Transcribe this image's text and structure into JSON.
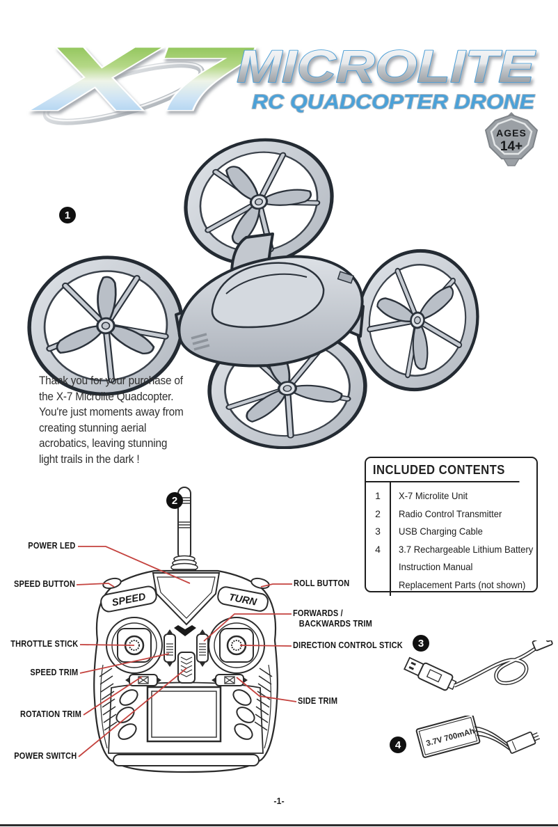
{
  "logo": {
    "mark": "X7",
    "title": "MICROLITE",
    "subtitle": "RC QUADCOPTER DRONE"
  },
  "badge": {
    "top": "AGES",
    "bottom": "14+"
  },
  "markers": {
    "item1": "1",
    "item2": "2",
    "item3": "3",
    "item4": "4"
  },
  "intro": {
    "lines": [
      "Thank you for your purchase of",
      "the X-7 Microlite Quadcopter.",
      "You're just moments away from",
      "creating stunning aerial",
      "acrobatics, leaving stunning",
      "light trails in the dark !"
    ]
  },
  "contents_table": {
    "title": "INCLUDED CONTENTS",
    "rows": [
      {
        "num": "1",
        "text": "X-7 Microlite Unit"
      },
      {
        "num": "2",
        "text": "Radio Control Transmitter"
      },
      {
        "num": "3",
        "text": "USB Charging Cable"
      },
      {
        "num": "4",
        "text": "3.7 Rechargeable Lithium Battery"
      },
      {
        "num": "",
        "text": "Instruction Manual"
      },
      {
        "num": "",
        "text": "Replacement Parts (not shown)"
      }
    ]
  },
  "transmitter": {
    "speed_plate": "SPEED",
    "turn_plate": "TURN",
    "power_switch_label": "POWER",
    "callouts": {
      "power_led": "POWER LED",
      "speed_button": "SPEED BUTTON",
      "throttle_stick": "THROTTLE STICK",
      "speed_trim": "SPEED TRIM",
      "rotation_trim": "ROTATION TRIM",
      "power_switch": "POWER SWITCH",
      "roll_button": "ROLL BUTTON",
      "fwd_trim_line1": "FORWARDS /",
      "fwd_trim_line2": "BACKWARDS TRIM",
      "direction_stick": "DIRECTION CONTROL STICK",
      "side_trim": "SIDE TRIM"
    }
  },
  "battery": {
    "label": "3.7V 700mAh"
  },
  "footer": {
    "page_number": "-1-"
  },
  "colors": {
    "callout_red": "#c4423e",
    "logo_green": "#7cb93e",
    "logo_blue": "#4ba1d8",
    "drone_gray": "#c9ced5",
    "line_dark": "#2b2b2b"
  }
}
